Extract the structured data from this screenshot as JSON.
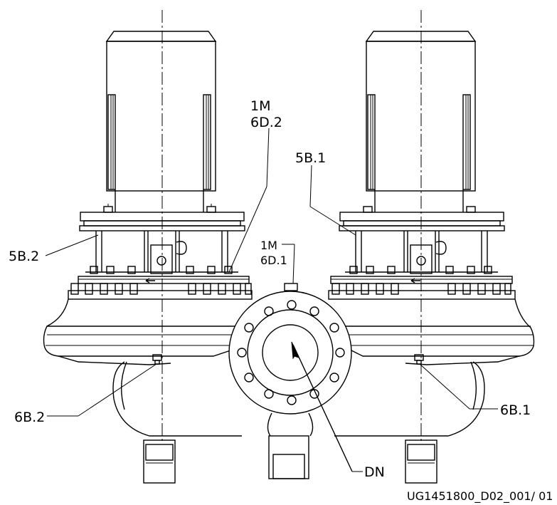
{
  "labels": {
    "top_port_1": "1M",
    "top_port_2": "6D.2",
    "right_upper": "5B.1",
    "left_upper": "5B.2",
    "center_port_1": "1M",
    "center_port_2": "6D.1",
    "left_lower": "6B.2",
    "right_lower": "6B.1",
    "dn": "DN"
  },
  "drawing_id": "UG1451800_D02_001/ 01"
}
